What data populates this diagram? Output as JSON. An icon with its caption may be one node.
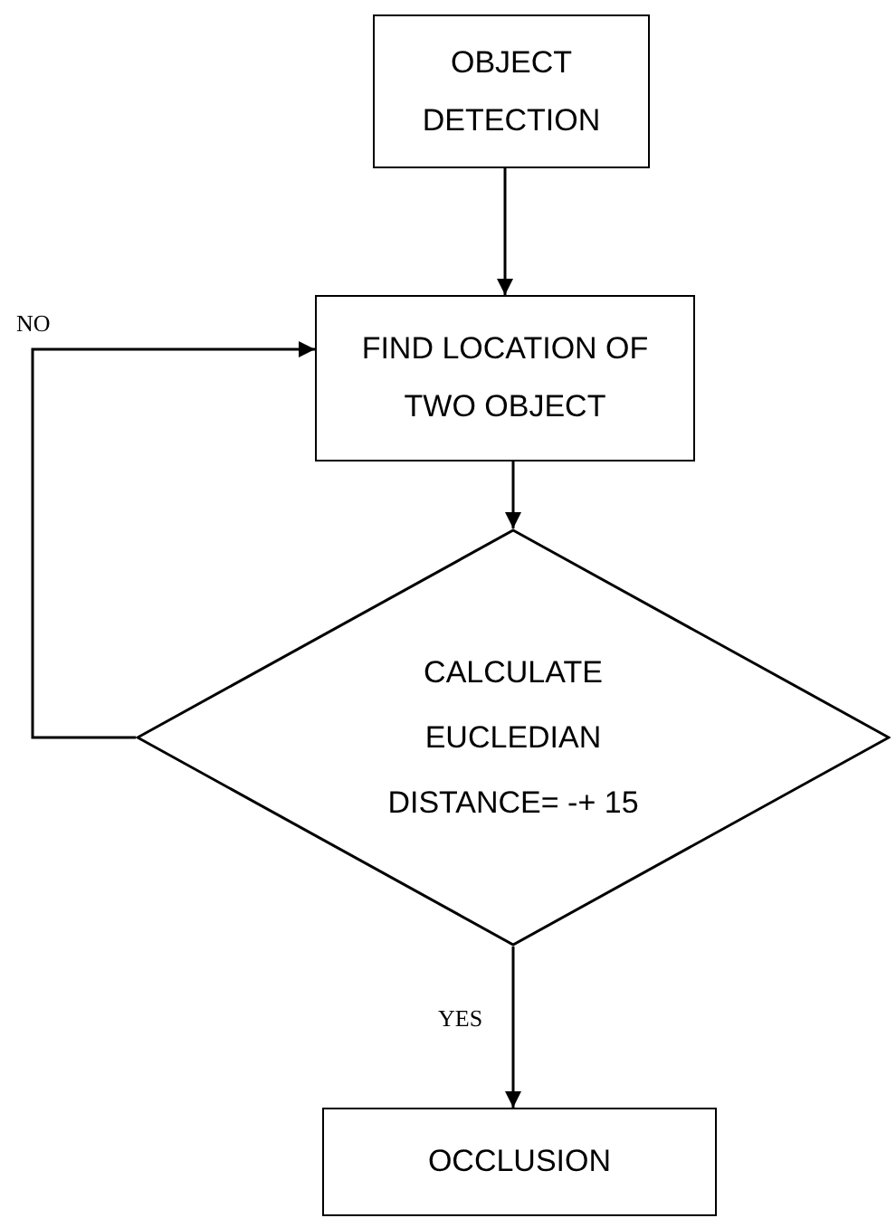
{
  "diagram": {
    "nodes": [
      {
        "text": [
          "OBJECT DETECTION"
        ]
      },
      {
        "text": [
          "FIND LOCATION OF TWO OBJECT"
        ]
      },
      {
        "text": [
          "CALCULATE EUCLEDIAN DISTANCE= -+ 15"
        ]
      },
      {
        "text": [
          "OCCLUSION"
        ]
      }
    ],
    "edges": [
      {
        "from": 0,
        "to": 1,
        "arrow": "to"
      },
      {
        "from": 1,
        "to": 2,
        "arrow": "to"
      },
      {
        "from": 2,
        "to": 1,
        "arrow": "to",
        "label": "NO"
      },
      {
        "from": 2,
        "to": 3,
        "arrow": "to",
        "label": "YES"
      }
    ]
  }
}
